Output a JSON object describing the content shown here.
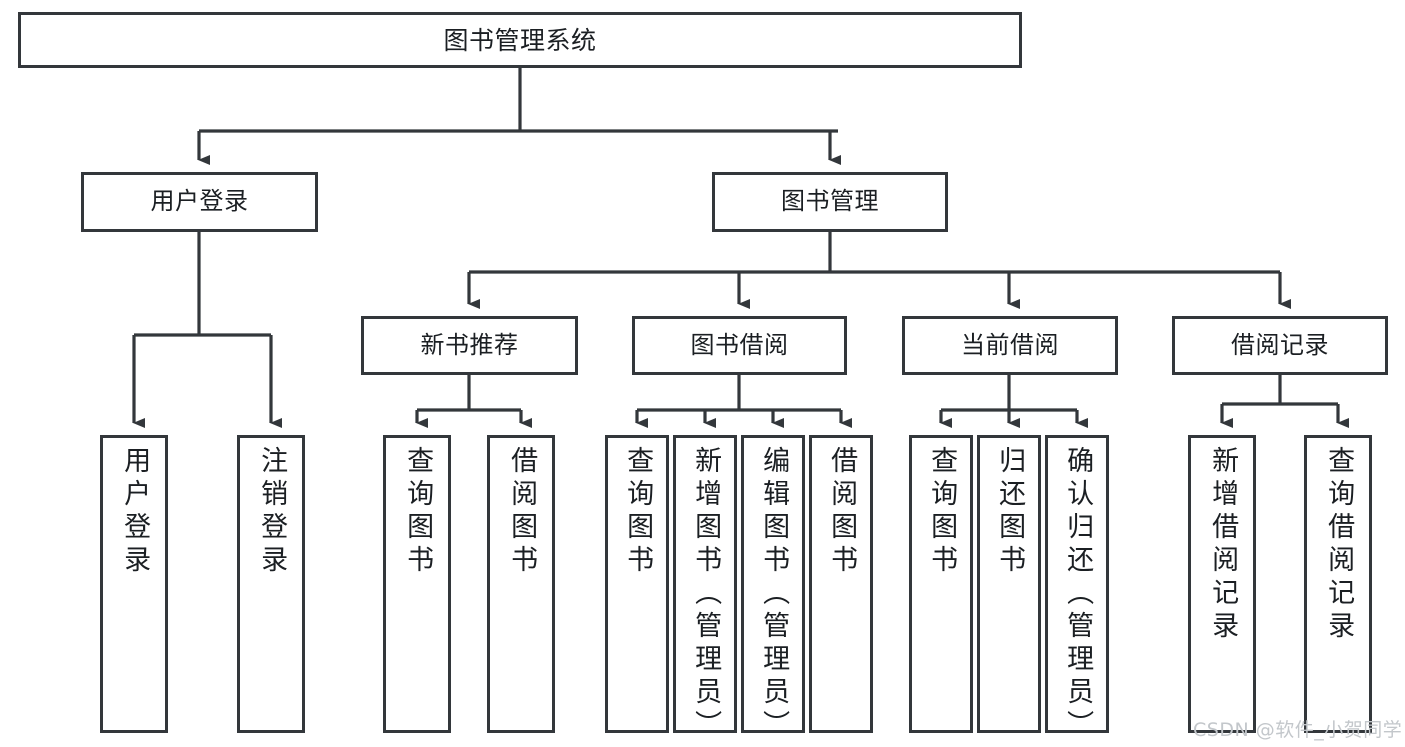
{
  "diagram": {
    "title": "图书管理系统",
    "watermark": "CSDN @软件_小贺同学",
    "line_color": "#33373b",
    "box_border_color": "#33373b",
    "box_fill_color": "#ffffff",
    "text_color": "#1b1f23",
    "watermark_color": "#c3c7cb"
  },
  "root": {
    "label": "图书管理系统"
  },
  "level2": [
    {
      "label": "用户登录"
    },
    {
      "label": "图书管理"
    }
  ],
  "level3": [
    {
      "label": "新书推荐"
    },
    {
      "label": "图书借阅"
    },
    {
      "label": "当前借阅"
    },
    {
      "label": "借阅记录"
    }
  ],
  "leaves": {
    "user_login": [
      {
        "label": "用户登录"
      },
      {
        "label": "注销登录"
      }
    ],
    "new_book": [
      {
        "label": "查询图书"
      },
      {
        "label": "借阅图书"
      }
    ],
    "book_borrow": [
      {
        "label": "查询图书"
      },
      {
        "label": "新增图书（管理员）"
      },
      {
        "label": "编辑图书（管理员）"
      },
      {
        "label": "借阅图书"
      }
    ],
    "current_borrow": [
      {
        "label": "查询图书"
      },
      {
        "label": "归还图书"
      },
      {
        "label": "确认归还（管理员）"
      }
    ],
    "borrow_record": [
      {
        "label": "新增借阅记录"
      },
      {
        "label": "查询借阅记录"
      }
    ]
  }
}
